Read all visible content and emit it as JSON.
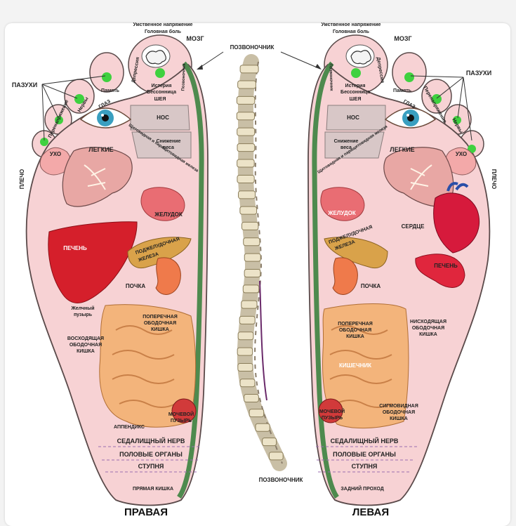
{
  "colors": {
    "skin": "#f7d2d4",
    "outline": "#5a4a4a",
    "edge": "#4e8a4e",
    "green_dot": "#3fd13f",
    "lung": "#e8a7a4",
    "stomach": "#e96d73",
    "liver": "#d51f2b",
    "kidney": "#ef7a4b",
    "intestine": "#f3b47b",
    "pancreas": "#d9a24a",
    "heart": "#d61a3c",
    "spine": "#c9bfa6"
  },
  "right_foot": {
    "caption": "ПРАВАЯ",
    "top1": "Умственное напряжение",
    "top2": "Головная боль",
    "brain": "МОЗГ",
    "sinuses": "ПАЗУХИ",
    "memory": "Память",
    "depression": "Депрессия",
    "hysteria": "Истерия",
    "insomnia": "Бессонница",
    "neck": "ШЕЯ",
    "nerves": "Нервы",
    "overstrain": "Перенапряжение",
    "eye": "ГЛАЗ",
    "nose": "НОС",
    "weight1": "Снижение",
    "weight2": "веса",
    "thyroid": "Щитовидная и паращитовидная железа",
    "ear": "УХО",
    "lungs": "ЛЕГКИЕ",
    "shoulder": "ПЛЕЧО",
    "stomach": "ЖЕЛУДОК",
    "pancreas1": "ПОДЖЕЛУДОЧНАЯ",
    "pancreas2": "ЖЕЛЕЗА",
    "liver": "ПЕЧЕНЬ",
    "kidney": "ПОЧКА",
    "gallbladder1": "Желчный",
    "gallbladder2": "пузырь",
    "transverse1": "ПОПЕРЕЧНАЯ",
    "transverse2": "ОБОДОЧНАЯ",
    "transverse3": "КИШКА",
    "ascending1": "ВОСХОДЯЩАЯ",
    "ascending2": "ОБОДОЧНАЯ",
    "ascending3": "КИШКА",
    "appendix": "АППЕНДИКС",
    "bladder1": "МОЧЕВОЙ",
    "bladder2": "ПУЗЫРЬ",
    "sciatic": "СЕДАЛИЩНЫЙ НЕРВ",
    "genitals": "ПОЛОВЫЕ ОРГАНЫ",
    "foot": "СТУПНЯ",
    "rectum": "ПРЯМАЯ КИШКА",
    "spine_side": "Позвоночник"
  },
  "left_foot": {
    "caption": "ЛЕВАЯ",
    "top1": "Умственное напряжение",
    "top2": "Головная боль",
    "brain": "МОЗГ",
    "sinuses": "ПАЗУХИ",
    "memory": "Память",
    "depression": "Депрессия",
    "hysteria": "Истерия",
    "insomnia": "Бессонница",
    "neck": "ШЕЯ",
    "nerves": "Нервы",
    "overstrain": "Перенапряжение",
    "eye": "ГЛАЗ",
    "nose": "НОС",
    "weight1": "Снижение",
    "weight2": "веса",
    "thyroid": "Щитовидная и паращитовидная железа",
    "ear": "УХО",
    "lungs": "ЛЕГКИЕ",
    "shoulder": "ПЛЕЧО",
    "stomach": "ЖЕЛУДОК",
    "pancreas1": "ПОДЖЕЛУДОЧНАЯ",
    "pancreas2": "ЖЕЛЕЗА",
    "heart": "СЕРДЦЕ",
    "spleen": "ПЕЧЕНЬ",
    "kidney": "ПОЧКА",
    "transverse1": "ПОПЕРЕЧНАЯ",
    "transverse2": "ОБОДОЧНАЯ",
    "transverse3": "КИШКА",
    "descending1": "НИСХОДЯЩАЯ",
    "descending2": "ОБОДОЧНАЯ",
    "descending3": "КИШКА",
    "small_intestine": "КИШЕЧНИК",
    "bladder1": "МОЧЕВОЙ",
    "bladder2": "ПУЗЫРЬ",
    "sigmoid1": "СИГМОВИДНАЯ",
    "sigmoid2": "ОБОДОЧНАЯ",
    "sigmoid3": "КИШКА",
    "sciatic": "СЕДАЛИЩНЫЙ НЕРВ",
    "genitals": "ПОЛОВЫЕ ОРГАНЫ",
    "foot": "СТУПНЯ",
    "anus": "ЗАДНИЙ ПРОХОД",
    "spine_side": "Позвоночник"
  },
  "spine": {
    "top_label": "ПОЗВОНОЧНИК",
    "bottom_label": "ПОЗВОНОЧНИК"
  }
}
